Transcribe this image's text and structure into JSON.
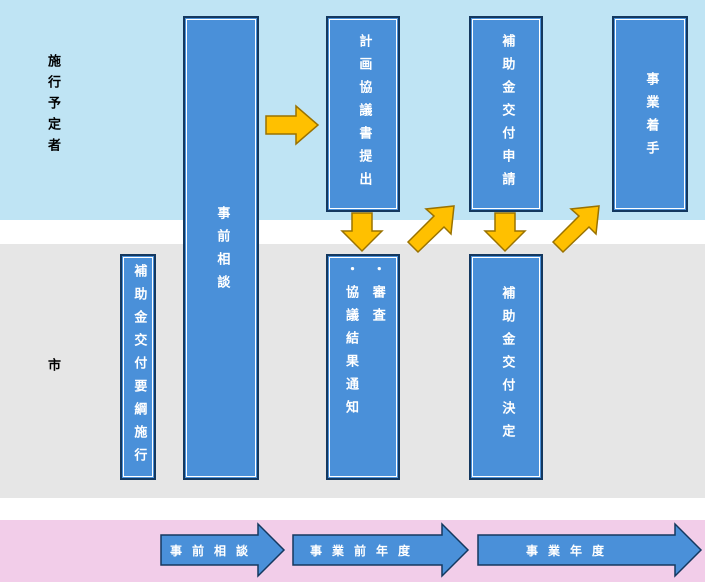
{
  "rows": {
    "applicant": "施行予定者",
    "city": "市"
  },
  "boxes": {
    "hojo_yoko": "補助金交付要綱施行",
    "jizen_sodan": "事前相談",
    "keikaku_teishutsu": "計画協議書提出",
    "shinsa": "・審査",
    "kyogi_tsuchi": "・協議結果通知",
    "kofu_shinsei": "補助金交付申請",
    "kofu_kettei": "補助金交付決定",
    "jigyo_chakushu": "事業着手"
  },
  "timeline": {
    "phase1": "事前相談",
    "phase2": "事業前年度",
    "phase3": "事業年度"
  },
  "colors": {
    "applicant_band": "#bfe4f4",
    "city_band": "#e6e6e6",
    "timeline_band": "#f2cde9",
    "box_fill": "#4a90d9",
    "box_border": "#14385f",
    "flow_arrow": "#ffc000",
    "timeline_arrow": "#4a90d9"
  }
}
